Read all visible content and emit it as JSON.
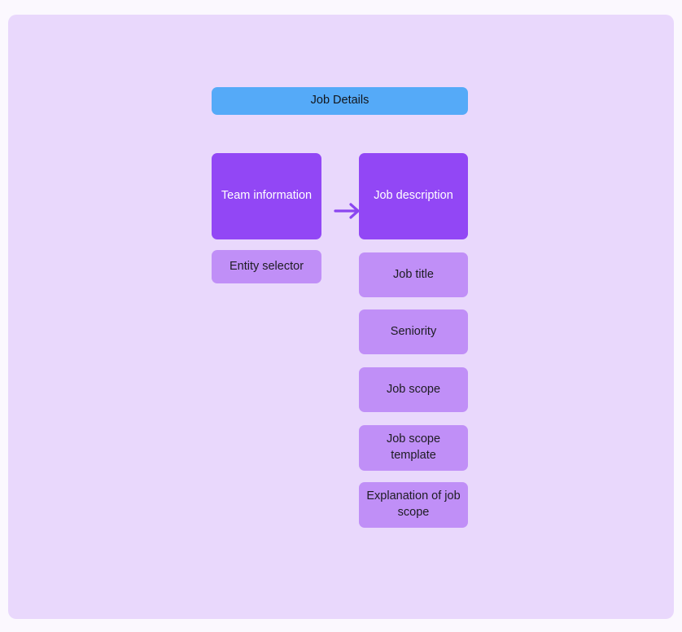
{
  "canvas": {
    "background_color": "#e9d8fc",
    "page_background_color": "#fbf8fe"
  },
  "palette": {
    "header": "#55aaf8",
    "primary": "#9247f5",
    "secondary": "#c08ff7",
    "arrow": "#8b45f0"
  },
  "diagram": {
    "header": {
      "label": "Job Details"
    },
    "columns": [
      {
        "name": "left",
        "nodes": [
          {
            "label": "Team information",
            "kind": "primary"
          },
          {
            "label": "Entity selector",
            "kind": "secondary"
          }
        ]
      },
      {
        "name": "right",
        "nodes": [
          {
            "label": "Job description",
            "kind": "primary"
          },
          {
            "label": "Job title",
            "kind": "secondary"
          },
          {
            "label": "Seniority",
            "kind": "secondary"
          },
          {
            "label": "Job scope",
            "kind": "secondary"
          },
          {
            "label": "Job scope template",
            "kind": "secondary"
          },
          {
            "label": "Explanation of job scope",
            "kind": "secondary"
          }
        ]
      }
    ],
    "connector": {
      "from": "Team information",
      "to": "Job description",
      "icon": "arrow-right-icon"
    }
  }
}
